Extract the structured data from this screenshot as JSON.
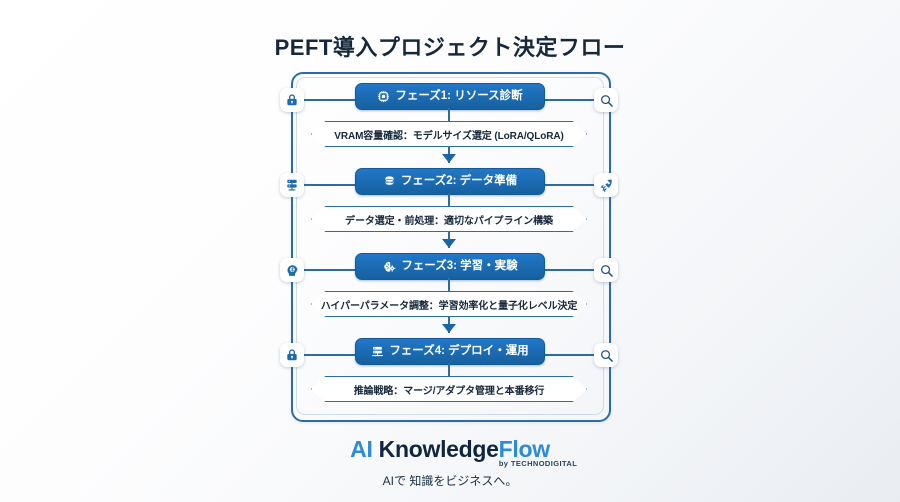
{
  "title": "PEFT導入プロジェクト決定フロー",
  "phases": [
    {
      "pill_label": "フェーズ1: リソース診断",
      "pill_icon": "cpu-chip-icon",
      "detail": "VRAM容量確認：モデルサイズ選定 (LoRA/QLoRA)",
      "left_badge_icon": "lock-icon",
      "right_badge_icon": "magnifier-icon"
    },
    {
      "pill_label": "フェーズ2: データ準備",
      "pill_icon": "database-icon",
      "detail": "データ選定・前処理：適切なパイプライン構築",
      "left_badge_icon": "server-rack-icon",
      "right_badge_icon": "rocket-icon"
    },
    {
      "pill_label": "フェーズ3: 学習・実験",
      "pill_icon": "brain-gear-icon",
      "detail": "ハイパーパラメータ調整：学習効率化と量子化レベル決定",
      "left_badge_icon": "head-brain-icon",
      "right_badge_icon": "magnifier-icon"
    },
    {
      "pill_label": "フェーズ4: デプロイ・運用",
      "pill_icon": "server-stack-icon",
      "detail": "推論戦略：マージ/アダプタ管理と本番移行",
      "left_badge_icon": "lock-icon",
      "right_badge_icon": "magnifier-icon"
    }
  ],
  "footer": {
    "logo_ai": "AI",
    "logo_knowledge": " Knowledge",
    "logo_flow": "Flow",
    "byline": "by TECHNODIGITAL",
    "tagline": "AIで 知識をビジネスへ。"
  },
  "colors": {
    "accent_blue": "#2277c8",
    "frame_blue": "#2b6ca8",
    "dark_navy": "#0f2540",
    "logo_blue": "#2e8bd6",
    "pill_text": "#ffffff",
    "page_bg_start": "#ffffff",
    "page_bg_end": "#e9edf2"
  }
}
